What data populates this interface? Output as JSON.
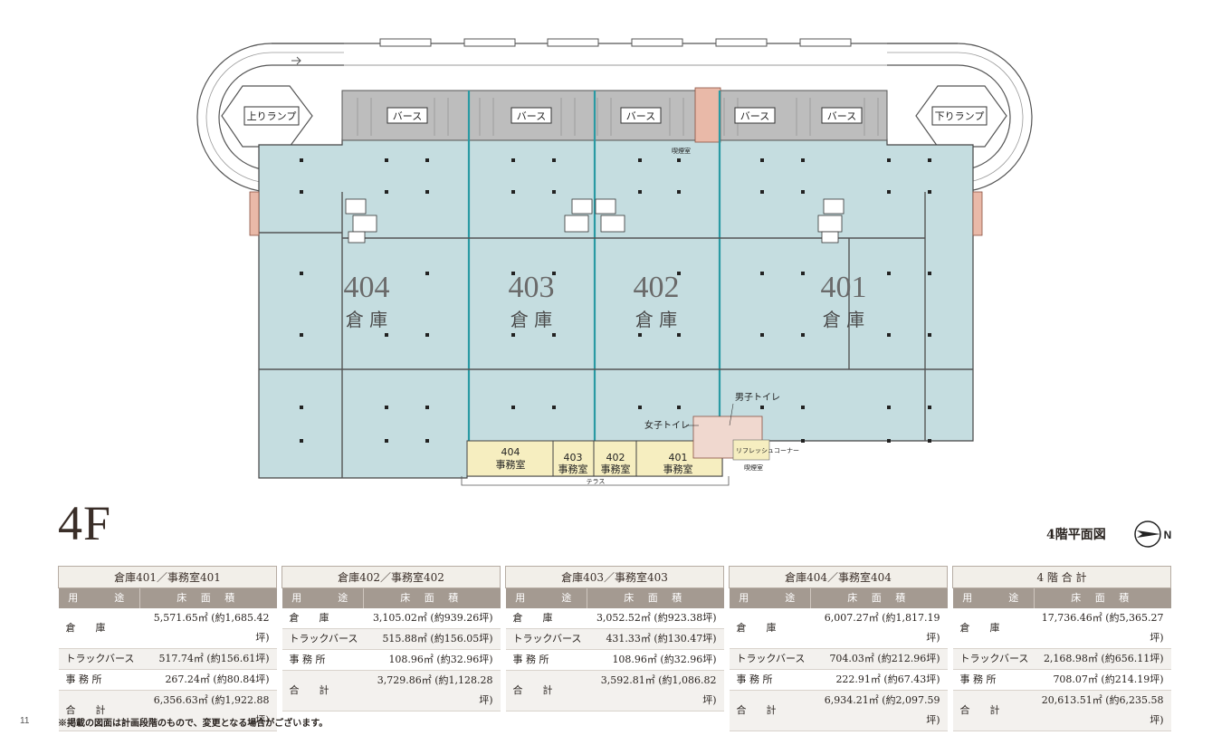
{
  "plan": {
    "ramps": {
      "up": "上りランプ",
      "down": "下りランプ"
    },
    "truck_berth_label": "バース",
    "units": [
      {
        "number": "404",
        "name": "倉 庫"
      },
      {
        "number": "403",
        "name": "倉 庫"
      },
      {
        "number": "402",
        "name": "倉 庫"
      },
      {
        "number": "401",
        "name": "倉 庫"
      }
    ],
    "offices": [
      {
        "number": "404",
        "name": "事務室"
      },
      {
        "number": "403",
        "name": "事務室"
      },
      {
        "number": "402",
        "name": "事務室"
      },
      {
        "number": "401",
        "name": "事務室"
      }
    ],
    "labels": {
      "mens_toilet": "男子トイレ",
      "womens_toilet": "女子トイレ",
      "refresh_corner": "リフレッシュコーナー",
      "smoking_room": "喫煙室",
      "terrace": "テラス"
    }
  },
  "floor_title": "4F",
  "plan_caption": "4階平面図",
  "compass": {
    "label": "N"
  },
  "tables": [
    {
      "title": "倉庫401／事務室401",
      "col_use": "用　　途",
      "col_area": "床 面 積",
      "rows": [
        {
          "use": "倉　　庫",
          "area": "5,571.65㎡ (約1,685.42坪)"
        },
        {
          "use": "トラックバース",
          "area": "517.74㎡ (約156.61坪)"
        },
        {
          "use": "事 務 所",
          "area": "267.24㎡ (約80.84坪)"
        },
        {
          "use": "合　　計",
          "area": "6,356.63㎡ (約1,922.88坪)"
        }
      ]
    },
    {
      "title": "倉庫402／事務室402",
      "col_use": "用　　途",
      "col_area": "床 面 積",
      "rows": [
        {
          "use": "倉　　庫",
          "area": "3,105.02㎡ (約939.26坪)"
        },
        {
          "use": "トラックバース",
          "area": "515.88㎡ (約156.05坪)"
        },
        {
          "use": "事 務 所",
          "area": "108.96㎡ (約32.96坪)"
        },
        {
          "use": "合　　計",
          "area": "3,729.86㎡ (約1,128.28坪)"
        }
      ]
    },
    {
      "title": "倉庫403／事務室403",
      "col_use": "用　　途",
      "col_area": "床 面 積",
      "rows": [
        {
          "use": "倉　　庫",
          "area": "3,052.52㎡ (約923.38坪)"
        },
        {
          "use": "トラックバース",
          "area": "431.33㎡ (約130.47坪)"
        },
        {
          "use": "事 務 所",
          "area": "108.96㎡ (約32.96坪)"
        },
        {
          "use": "合　　計",
          "area": "3,592.81㎡ (約1,086.82坪)"
        }
      ]
    },
    {
      "title": "倉庫404／事務室404",
      "col_use": "用　　途",
      "col_area": "床 面 積",
      "rows": [
        {
          "use": "倉　　庫",
          "area": "6,007.27㎡ (約1,817.19坪)"
        },
        {
          "use": "トラックバース",
          "area": "704.03㎡ (約212.96坪)"
        },
        {
          "use": "事 務 所",
          "area": "222.91㎡ (約67.43坪)"
        },
        {
          "use": "合　　計",
          "area": "6,934.21㎡ (約2,097.59坪)"
        }
      ]
    },
    {
      "title": "4 階 合 計",
      "col_use": "用　　途",
      "col_area": "床 面 積",
      "rows": [
        {
          "use": "倉　　庫",
          "area": "17,736.46㎡ (約5,365.27坪)"
        },
        {
          "use": "トラックバース",
          "area": "2,168.98㎡ (約656.11坪)"
        },
        {
          "use": "事 務 所",
          "area": "708.07㎡ (約214.19坪)"
        },
        {
          "use": "合　　計",
          "area": "20,613.51㎡ (約6,235.58坪)"
        }
      ]
    }
  ],
  "footnote": "※掲載の図面は計画段階のもので、変更となる場合がございます。",
  "page_number": "11"
}
